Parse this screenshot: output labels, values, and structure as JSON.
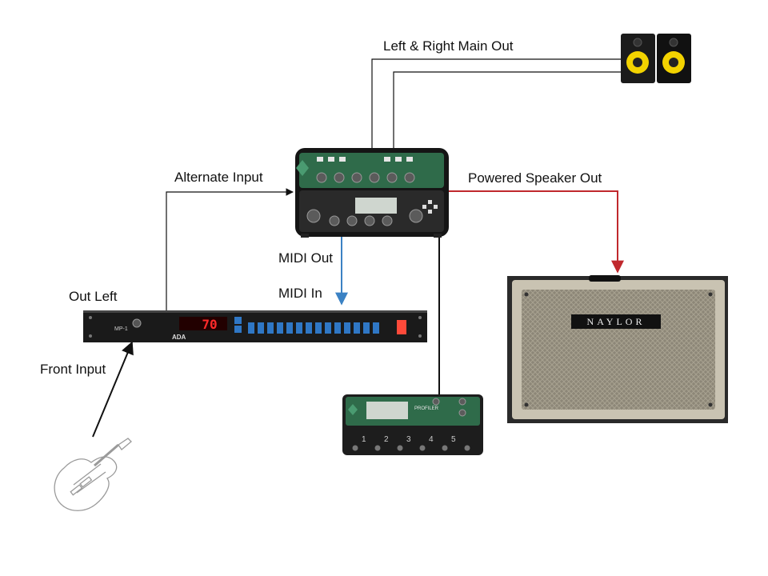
{
  "labels": {
    "main_out": "Left & Right Main Out",
    "alternate_input": "Alternate Input",
    "powered_speaker_out": "Powered Speaker Out",
    "midi_out": "MIDI Out",
    "midi_in": "MIDI In",
    "out_left": "Out Left",
    "front_input": "Front Input"
  },
  "devices": {
    "rack_display": "70",
    "rack_brand": "ADA",
    "rack_model": "MP-1",
    "cabinet_brand": "NAYLOR",
    "pedal_model": "PROFILER",
    "pedal_numbers": [
      "1",
      "2",
      "3",
      "4",
      "5"
    ]
  },
  "colors": {
    "signal": "#111111",
    "midi": "#3b82c4",
    "speaker": "#c0282d",
    "profiler_green": "#2f6b4a"
  }
}
